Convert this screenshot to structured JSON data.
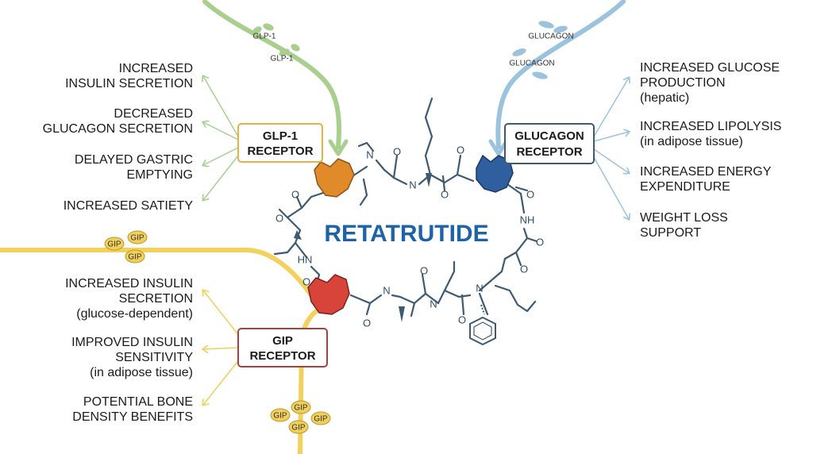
{
  "title": "RETATRUTIDE",
  "receptors": {
    "glp1": {
      "line1": "GLP-1",
      "line2": "RECEPTOR",
      "color": "#e08a2a",
      "border": "#e2b447"
    },
    "glucagon": {
      "line1": "GLUCAGON",
      "line2": "RECEPTOR",
      "color": "#2f5f9e",
      "border": "#3d5a72"
    },
    "gip": {
      "line1": "GIP",
      "line2": "RECEPTOR",
      "color": "#d9443a",
      "border": "#a84040"
    }
  },
  "hormones": {
    "glp1": [
      "GLP-1",
      "GLP-1"
    ],
    "glucagon": [
      "GLUCAGON",
      "GLUCAGON"
    ],
    "gip_top": [
      "GIP",
      "GIP",
      "GIP"
    ],
    "gip_bottom": [
      "GIP",
      "GIP",
      "GIP",
      "GIP"
    ]
  },
  "effects": {
    "glp1": [
      [
        "INCREASED",
        "INSULIN SECRETION"
      ],
      [
        "DECREASED",
        "GLUCAGON SECRETION"
      ],
      [
        "DELAYED GASTRIC",
        "EMPTYING"
      ],
      [
        "INCREASED SATIETY"
      ]
    ],
    "glucagon": [
      [
        "INCREASED GLUCOSE",
        "PRODUCTION",
        "(hepatic)"
      ],
      [
        "INCREASED LIPOLYSIS",
        "(in adipose tissue)"
      ],
      [
        "INCREASED ENERGY",
        "EXPENDITURE"
      ],
      [
        "WEIGHT LOSS",
        "SUPPORT"
      ]
    ],
    "gip": [
      [
        "INCREASED INSULIN",
        "SECRETION",
        "(glucose-dependent)"
      ],
      [
        "IMPROVED INSULIN",
        "SENSITIVITY",
        "(in adipose tissue)"
      ],
      [
        "POTENTIAL BONE",
        "DENSITY BENEFITS"
      ]
    ]
  },
  "atoms": {
    "n1": "N",
    "o1": "O",
    "n2": "N",
    "o2": "O",
    "o3": "O",
    "o4": "O",
    "nh1": "NH",
    "o5": "O",
    "o6": "O",
    "o7": "O",
    "o8": "O",
    "hn1": "HN",
    "o9": "O",
    "n3": "N",
    "o10": "O",
    "n4": "N",
    "o11": "O",
    "n5": "N",
    "o12": "O"
  },
  "colors": {
    "glp1_arrow": "#a8cf8e",
    "glucagon_arrow": "#9cc3de",
    "gip_arrow": "#f2d15c",
    "title": "#1e63a8"
  }
}
